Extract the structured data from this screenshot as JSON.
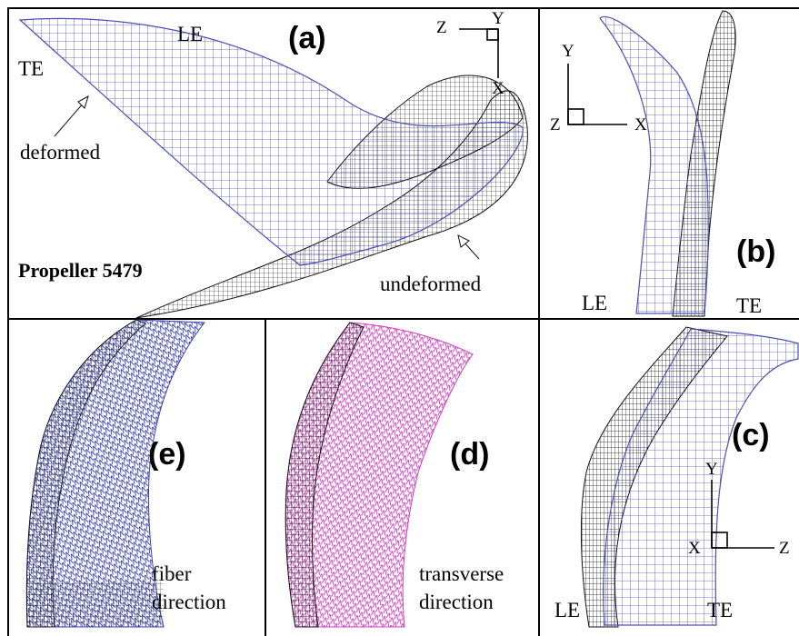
{
  "panels": {
    "a": {
      "label": "(a)",
      "title": "Propeller 5479",
      "le": "LE",
      "te": "TE",
      "deformed": "deformed",
      "undeformed": "undeformed",
      "axes": {
        "z": "Z",
        "y": "Y",
        "x": "X"
      }
    },
    "b": {
      "label": "(b)",
      "le": "LE",
      "te": "TE",
      "axes": {
        "y": "Y",
        "z": "Z",
        "x": "X"
      }
    },
    "c": {
      "label": "(c)",
      "le": "LE",
      "te": "TE",
      "axes": {
        "y": "Y",
        "x": "X",
        "z": "Z"
      }
    },
    "d": {
      "label": "(d)",
      "caption_line1": "transverse",
      "caption_line2": "direction"
    },
    "e": {
      "label": "(e)",
      "caption_line1": "fiber",
      "caption_line2": "direction"
    }
  },
  "colors": {
    "deformed": "#4a4fb5",
    "undeformed": "#111111",
    "transverse_vectors": "#d040c0",
    "fiber_vectors": "#3a40b0"
  }
}
